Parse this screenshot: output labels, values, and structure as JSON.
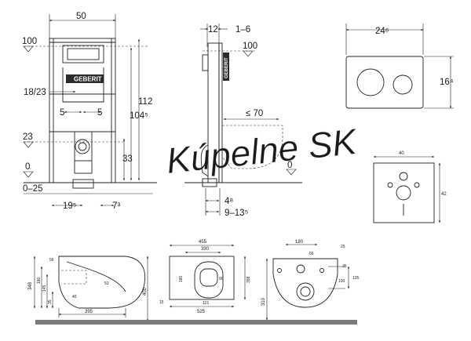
{
  "top_views": {
    "frame_front": {
      "width_label": "50",
      "level_label_top": "100",
      "level_label_mid": "23",
      "level_label_floor": "0",
      "range_label_floor": "0–25",
      "height_label_total": "112",
      "height_label_frame": "104⁵",
      "flush_label": "18/23",
      "left_offset": "5",
      "right_offset": "5",
      "height_label_outlet": "33",
      "bottom_label_left": "19⁵",
      "bottom_label_right": "7³",
      "brand_text": "GEBERIT"
    },
    "frame_side": {
      "depth_label": "12",
      "wall_label": "1–6",
      "level_label_top": "100",
      "projection_label": "≤ 70",
      "level_label_floor": "0",
      "bottom_label_a": "4⁸",
      "bottom_label_b": "9–13⁵",
      "side_brand_text": "GEBERIT"
    },
    "flush_plate": {
      "width_label": "24⁶",
      "height_label": "16⁴"
    },
    "cutout": {
      "width_label": "40",
      "height_label": "42"
    }
  },
  "bottom_views": {
    "bowl_side": {
      "height_outer": "348",
      "height_a": "180",
      "height_b": "145",
      "height_c": "35",
      "left_small": "56",
      "inner_a": "53",
      "inner_b": "40",
      "length_label": "395",
      "total_height": "400"
    },
    "bowl_top": {
      "width_outer": "455",
      "width_inner": "330",
      "width_bottom": "525",
      "height_left": "180",
      "height_right": "358",
      "inner_a": "90",
      "inner_b": "115",
      "corner": "15"
    },
    "bowl_back": {
      "total_height": "310",
      "width_top": "180",
      "top_small": "56",
      "right_a": "25",
      "right_b": "35",
      "right_c": "100",
      "right_d": "135"
    }
  },
  "watermark_text": "Kúpelne SK"
}
